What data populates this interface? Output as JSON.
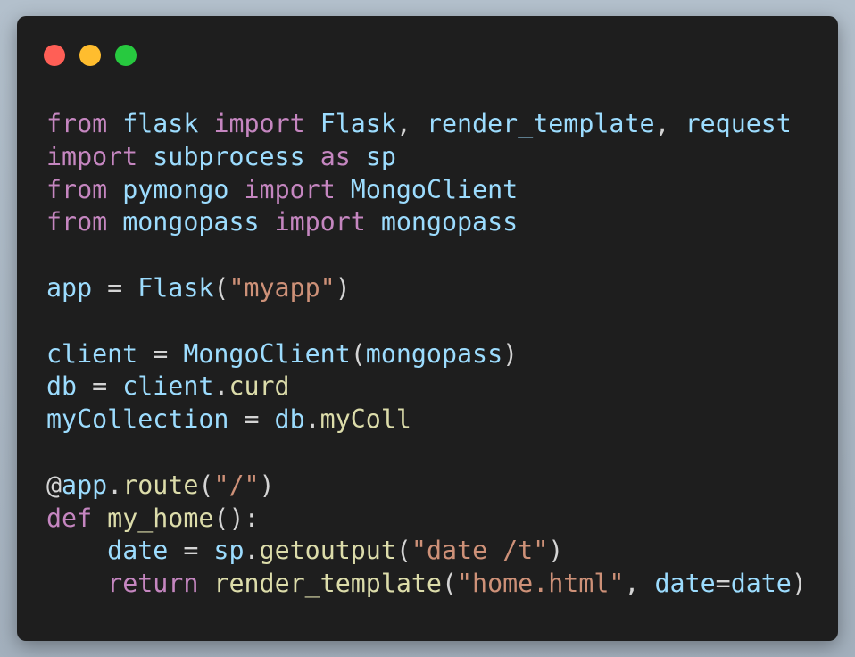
{
  "window": {
    "buttons": [
      {
        "name": "close-button",
        "color": "#ff5f56"
      },
      {
        "name": "minimize-button",
        "color": "#ffbd2e"
      },
      {
        "name": "zoom-button",
        "color": "#27c93f"
      }
    ]
  },
  "theme": {
    "background": "#1e1e1e",
    "keyword": "#c586c0",
    "identifier": "#9cdcfe",
    "function": "#dcdcaa",
    "string": "#ce9178",
    "punctuation": "#d4d4d4"
  },
  "code": {
    "language": "python",
    "lines": [
      [
        [
          "keyword",
          "from"
        ],
        [
          "ws",
          " "
        ],
        [
          "ident",
          "flask"
        ],
        [
          "ws",
          " "
        ],
        [
          "keyword",
          "import"
        ],
        [
          "ws",
          " "
        ],
        [
          "ident",
          "Flask"
        ],
        [
          "punct",
          ", "
        ],
        [
          "ident",
          "render_template"
        ],
        [
          "punct",
          ", "
        ],
        [
          "ident",
          "request"
        ]
      ],
      [
        [
          "keyword",
          "import"
        ],
        [
          "ws",
          " "
        ],
        [
          "ident",
          "subprocess"
        ],
        [
          "ws",
          " "
        ],
        [
          "keyword",
          "as"
        ],
        [
          "ws",
          " "
        ],
        [
          "ident",
          "sp"
        ]
      ],
      [
        [
          "keyword",
          "from"
        ],
        [
          "ws",
          " "
        ],
        [
          "ident",
          "pymongo"
        ],
        [
          "ws",
          " "
        ],
        [
          "keyword",
          "import"
        ],
        [
          "ws",
          " "
        ],
        [
          "ident",
          "MongoClient"
        ]
      ],
      [
        [
          "keyword",
          "from"
        ],
        [
          "ws",
          " "
        ],
        [
          "ident",
          "mongopass"
        ],
        [
          "ws",
          " "
        ],
        [
          "keyword",
          "import"
        ],
        [
          "ws",
          " "
        ],
        [
          "ident",
          "mongopass"
        ]
      ],
      [],
      [
        [
          "ident",
          "app"
        ],
        [
          "punct",
          " = "
        ],
        [
          "ident",
          "Flask"
        ],
        [
          "punct",
          "("
        ],
        [
          "string",
          "\"myapp\""
        ],
        [
          "punct",
          ")"
        ]
      ],
      [],
      [
        [
          "ident",
          "client"
        ],
        [
          "punct",
          " = "
        ],
        [
          "ident",
          "MongoClient"
        ],
        [
          "punct",
          "("
        ],
        [
          "ident",
          "mongopass"
        ],
        [
          "punct",
          ")"
        ]
      ],
      [
        [
          "ident",
          "db"
        ],
        [
          "punct",
          " = "
        ],
        [
          "ident",
          "client"
        ],
        [
          "punct",
          "."
        ],
        [
          "func",
          "curd"
        ]
      ],
      [
        [
          "ident",
          "myCollection"
        ],
        [
          "punct",
          " = "
        ],
        [
          "ident",
          "db"
        ],
        [
          "punct",
          "."
        ],
        [
          "func",
          "myColl"
        ]
      ],
      [],
      [
        [
          "punct",
          "@"
        ],
        [
          "ident",
          "app"
        ],
        [
          "punct",
          "."
        ],
        [
          "func",
          "route"
        ],
        [
          "punct",
          "("
        ],
        [
          "string",
          "\"/\""
        ],
        [
          "punct",
          ")"
        ]
      ],
      [
        [
          "keyword",
          "def"
        ],
        [
          "ws",
          " "
        ],
        [
          "func",
          "my_home"
        ],
        [
          "punct",
          "():"
        ]
      ],
      [
        [
          "ws",
          "    "
        ],
        [
          "ident",
          "date"
        ],
        [
          "punct",
          " = "
        ],
        [
          "ident",
          "sp"
        ],
        [
          "punct",
          "."
        ],
        [
          "func",
          "getoutput"
        ],
        [
          "punct",
          "("
        ],
        [
          "string",
          "\"date /t\""
        ],
        [
          "punct",
          ")"
        ]
      ],
      [
        [
          "ws",
          "    "
        ],
        [
          "keyword",
          "return"
        ],
        [
          "ws",
          " "
        ],
        [
          "func",
          "render_template"
        ],
        [
          "punct",
          "("
        ],
        [
          "string",
          "\"home.html\""
        ],
        [
          "punct",
          ", "
        ],
        [
          "ident",
          "date"
        ],
        [
          "punct",
          "="
        ],
        [
          "ident",
          "date"
        ],
        [
          "punct",
          ")"
        ]
      ]
    ]
  }
}
